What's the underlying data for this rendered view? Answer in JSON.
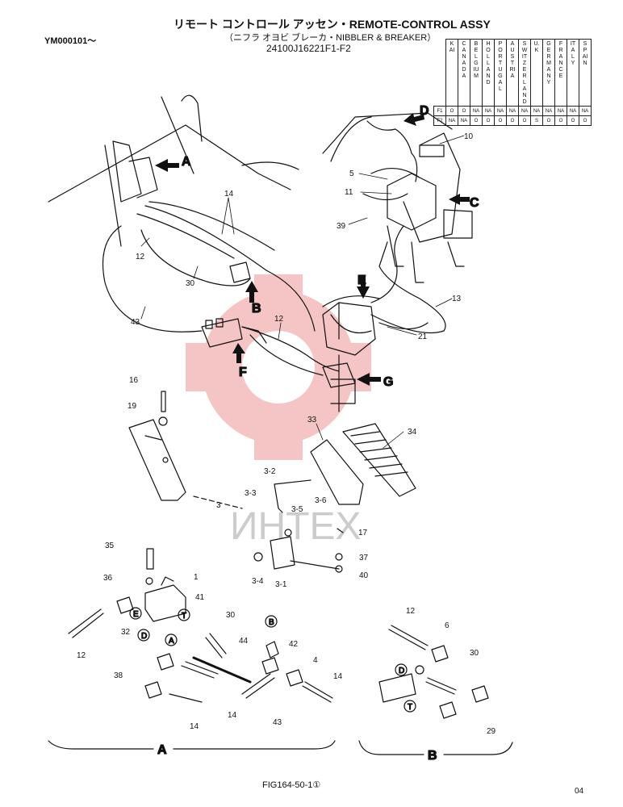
{
  "header": {
    "title": "リモート コントロール アッセン・REMOTE-CONTROL ASSY",
    "subtitle": "（ニフラ オヨビ ブレーカ・NIBBLER & BREAKER）",
    "part_number": "24100J16221F1-F2",
    "serial": "YM000101～"
  },
  "country_table": {
    "countries": [
      "KAI",
      "CANADA",
      "BELGIUM",
      "HOLLAND",
      "PORTUGAL",
      "AUSTRIA",
      "SWITZER LAND",
      "U.K",
      "GERMANY",
      "FRANCE",
      "ITALY",
      "SPAIN"
    ],
    "rows": [
      {
        "id": "F1",
        "cells": [
          "O",
          "O",
          "NA",
          "NA",
          "NA",
          "NA",
          "NA",
          "NA",
          "NA",
          "NA",
          "NA",
          "NA"
        ]
      },
      {
        "id": "F2",
        "cells": [
          "NA",
          "NA",
          "O",
          "O",
          "O",
          "O",
          "O",
          "S",
          "O",
          "O",
          "O",
          "O"
        ]
      }
    ]
  },
  "views": [
    "A",
    "B",
    "C",
    "D",
    "E",
    "F",
    "G"
  ],
  "part_labels": {
    "l1": "1",
    "l3": "3",
    "l3_1": "3-1",
    "l3_2": "3-2",
    "l3_3": "3-3",
    "l3_4": "3-4",
    "l3_5": "3-5",
    "l3_6": "3-6",
    "l4": "4",
    "l5": "5",
    "l6": "6",
    "l10": "10",
    "l11": "11",
    "l12": "12",
    "l13": "13",
    "l14": "14",
    "l16": "16",
    "l17": "17",
    "l19": "19",
    "l21": "21",
    "l29": "29",
    "l30": "30",
    "l32": "32",
    "l33": "33",
    "l34": "34",
    "l35": "35",
    "l36": "36",
    "l37": "37",
    "l38": "38",
    "l39": "39",
    "l40": "40",
    "l41": "41",
    "l42": "42",
    "l43": "43",
    "l44": "44"
  },
  "port_marks": [
    "A",
    "B",
    "D",
    "E",
    "T"
  ],
  "watermark": "ИНТЕХ",
  "footer": {
    "figure": "FIG164-50-1①",
    "page": "04"
  }
}
